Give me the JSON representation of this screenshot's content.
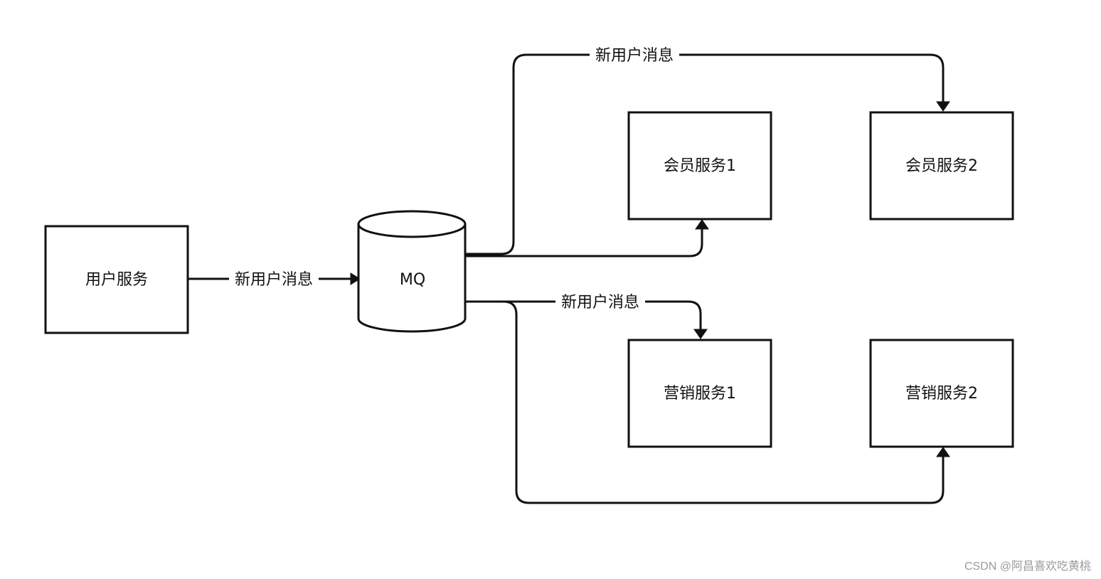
{
  "nodes": {
    "user_service": "用户服务",
    "mq": "MQ",
    "member_service_1": "会员服务1",
    "member_service_2": "会员服务2",
    "marketing_service_1": "营销服务1",
    "marketing_service_2": "营销服务2"
  },
  "edges": {
    "user_to_mq": "新用户消息",
    "mq_to_member": "新用户消息",
    "mq_to_marketing": "新用户消息"
  },
  "watermark": "CSDN @阿昌喜欢吃黄桃"
}
